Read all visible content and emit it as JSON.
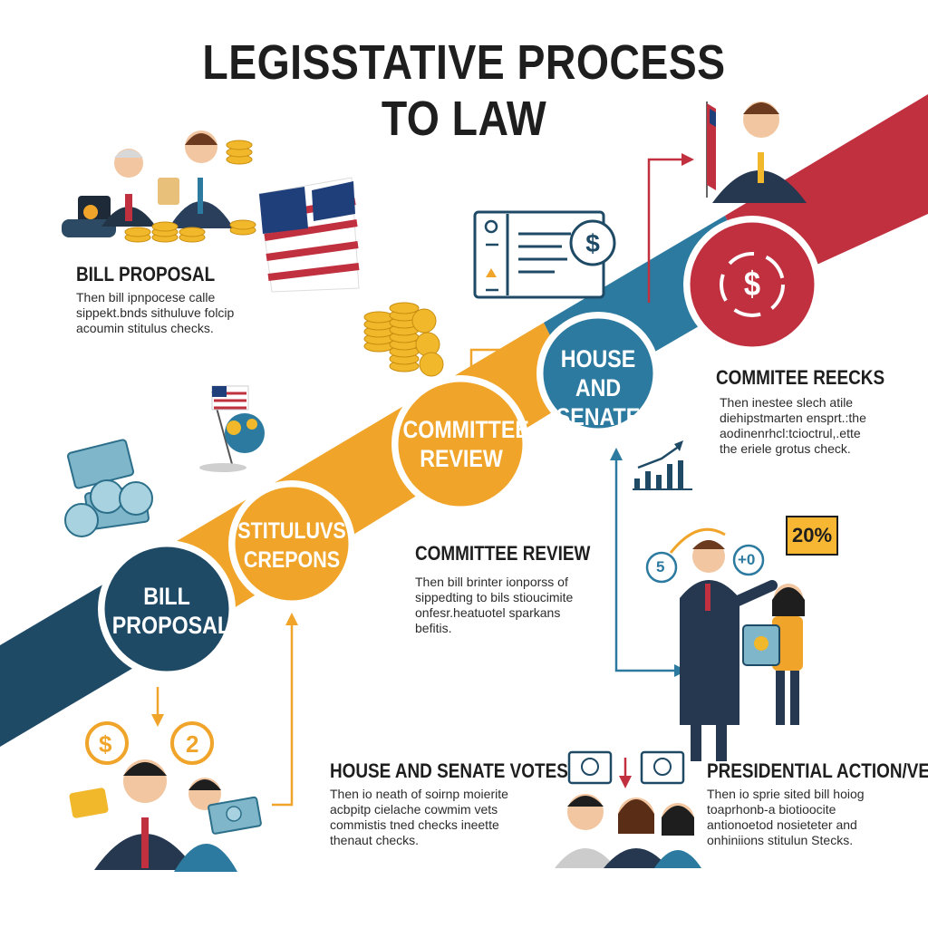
{
  "title": {
    "line1": "LEGISSTATIVE PROCESS",
    "line2": "TO LAW"
  },
  "colors": {
    "navy": "#1f4a66",
    "blue": "#2c7aa0",
    "orange": "#f0a52a",
    "red": "#c0303f",
    "dark": "#1e1e1e"
  },
  "stages": [
    {
      "label": "BILL\nPROPOSAL"
    },
    {
      "label": "STITULUVS\nCREPONS"
    },
    {
      "label": "COMMITTEE\nREVIEW"
    },
    {
      "label": "HOUSE AND\nSENATE"
    },
    {
      "label": "$"
    }
  ],
  "sections": {
    "bill_proposal": {
      "heading": "BILL PROPOSAL",
      "body": "Then bill ipnpocese calle\nsippekt.bnds sithuluve folcip\nacoumin stitulus checks."
    },
    "committee_reecks": {
      "heading": "COMMITEE REECKS",
      "body": "Then inestee slech atile\ndiehipstmarten ensprt.:the\naodinenrhcl:tcioctrul,.ette\nthe eriele grotus check."
    },
    "committee_review": {
      "heading": "COMMITTEE REVIEW",
      "body": "Then bill brinter ionporss of\nsippedting to bils stioucimite\nonfesr.heatuotel sparkans\nbefitis."
    },
    "house_senate_votes": {
      "heading": "HOUSE AND SENATE VOTES",
      "body": "Then io neath of soirnp moierite\nacbpitp cielache cowmim vets\ncommistis tned checks ineette\nthenaut checks."
    },
    "presidential_action": {
      "heading": "PRESIDENTIAL ACTION/VETO",
      "body": "Then io sprie sited bill hoiog\ntoaprhonb-a biotioocite\nantionoetod nosieteter and\nonhiniions stitulun Stecks."
    }
  },
  "badges": {
    "percent": "20%",
    "coin_5": "5",
    "coin_0": "+0",
    "number_2": "2",
    "dollar": "$"
  }
}
